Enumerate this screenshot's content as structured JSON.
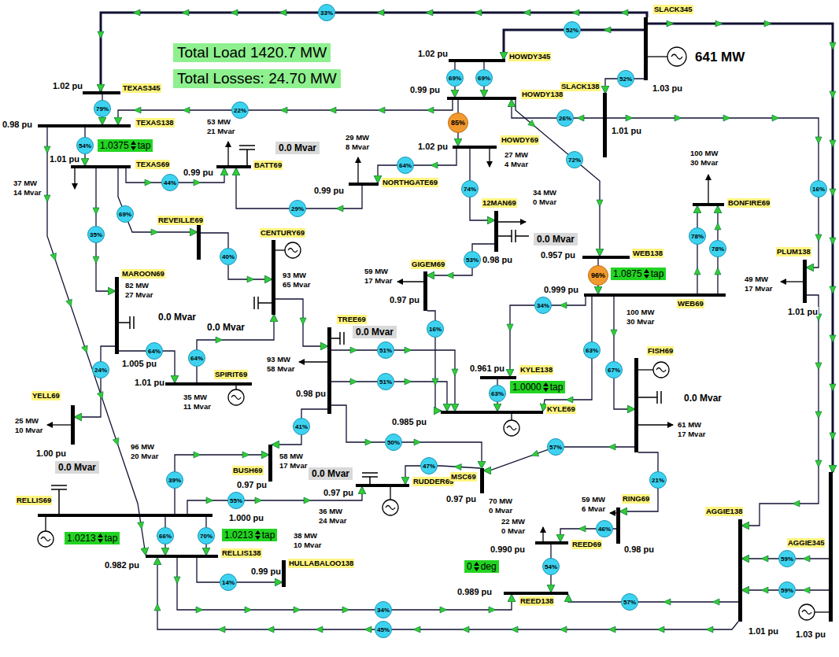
{
  "diagram": {
    "nodes": [
      {
        "text": [
          "SLACK345"
        ]
      },
      {
        "text": [
          "HOWDY345"
        ]
      },
      {
        "text": [
          "TEXAS345"
        ]
      },
      {
        "text": [
          "SLACK138"
        ]
      },
      {
        "text": [
          "HOWDY138"
        ]
      },
      {
        "text": [
          "TEXAS138"
        ]
      },
      {
        "text": [
          "HOWDY69"
        ]
      },
      {
        "text": [
          "BATT69"
        ]
      },
      {
        "text": [
          "TEXAS69"
        ]
      },
      {
        "text": [
          "NORTHGATE69"
        ]
      },
      {
        "text": [
          "BONFIRE69"
        ]
      },
      {
        "text": [
          "12MAN69"
        ]
      },
      {
        "text": [
          "CENTURY69"
        ]
      },
      {
        "text": [
          "REVEILLE69"
        ]
      },
      {
        "text": [
          "PLUM138"
        ]
      },
      {
        "text": [
          "WEB138"
        ]
      },
      {
        "text": [
          "GIGEM69"
        ]
      },
      {
        "text": [
          "MAROON69"
        ]
      },
      {
        "text": [
          "WEB69"
        ]
      },
      {
        "text": [
          "TREE69"
        ]
      },
      {
        "text": [
          "FISH69"
        ]
      },
      {
        "text": [
          "SPIRIT69"
        ]
      },
      {
        "text": [
          "KYLE138"
        ]
      },
      {
        "text": [
          "KYLE69"
        ]
      },
      {
        "text": [
          "YELL69"
        ]
      },
      {
        "text": [
          "BUSH69"
        ]
      },
      {
        "text": [
          "RUDDER69"
        ]
      },
      {
        "text": [
          "MSC69"
        ]
      },
      {
        "text": [
          "RING69"
        ]
      },
      {
        "text": [
          "RELLIS69"
        ]
      },
      {
        "text": [
          "AGGIE138"
        ]
      },
      {
        "text": [
          "AGGIE345"
        ]
      },
      {
        "text": [
          "RELLIS138"
        ]
      },
      {
        "text": [
          "HULLABALOO138"
        ]
      },
      {
        "text": [
          "REED69"
        ]
      },
      {
        "text": [
          "REED138"
        ]
      },
      {
        "text": [
          "Total Load 1420.7 MW"
        ]
      },
      {
        "text": [
          "Total Losses: 24.70 MW"
        ]
      },
      {
        "text": [
          "1.0375",
          "tap"
        ]
      },
      {
        "text": [
          "1.0875",
          "tap"
        ]
      },
      {
        "text": [
          "1.0000",
          "tap"
        ]
      },
      {
        "text": [
          "1.0213",
          "tap"
        ]
      },
      {
        "text": [
          "1.0213",
          "tap"
        ]
      },
      {
        "text": [
          "0",
          "deg"
        ]
      },
      {
        "text": [
          "0.0 Mvar"
        ]
      },
      {
        "text": [
          "0.0 Mvar"
        ]
      },
      {
        "text": [
          "0.0 Mvar"
        ]
      },
      {
        "text": [
          "0.0 Mvar"
        ]
      },
      {
        "text": [
          "0.0 Mvar"
        ]
      }
    ],
    "edges": [
      {
        "from": 0,
        "to": 2,
        "arrow": "to",
        "label": "33%"
      },
      {
        "from": 0,
        "to": 1,
        "arrow": "to",
        "label": "52%"
      },
      {
        "from": 0,
        "to": 3,
        "arrow": "to",
        "label": "52%"
      },
      {
        "from": 0,
        "to": 31,
        "arrow": "to"
      },
      {
        "from": 3,
        "to": 14,
        "arrow": "to",
        "label": "16%"
      },
      {
        "from": 14,
        "to": 30,
        "arrow": "to"
      },
      {
        "from": 1,
        "to": 4,
        "arrow": "to",
        "label": "69%"
      },
      {
        "from": 1,
        "to": 4,
        "arrow": "to",
        "label": "69%"
      },
      {
        "from": 2,
        "to": 5,
        "arrow": "to",
        "label": "79%"
      },
      {
        "from": 4,
        "to": 5,
        "arrow": "to",
        "label": "22%"
      },
      {
        "from": 4,
        "to": 6,
        "arrow": "to",
        "label": "85%"
      },
      {
        "from": 3,
        "to": 4,
        "arrow": "to",
        "label": "26%"
      },
      {
        "from": 4,
        "to": 15,
        "arrow": "to",
        "label": "72%"
      },
      {
        "from": 5,
        "to": 8,
        "arrow": "to",
        "label": "54%"
      },
      {
        "from": 8,
        "to": 7,
        "arrow": "to",
        "label": "44%"
      },
      {
        "from": 6,
        "to": 9,
        "arrow": "to",
        "label": "64%"
      },
      {
        "from": 9,
        "to": 7,
        "arrow": "to",
        "label": "29%"
      },
      {
        "from": 6,
        "to": 11,
        "arrow": "to",
        "label": "74%"
      },
      {
        "from": 8,
        "to": 13,
        "arrow": "to",
        "label": "69%"
      },
      {
        "from": 13,
        "to": 12,
        "arrow": "to",
        "label": "40%"
      },
      {
        "from": 8,
        "to": 17,
        "arrow": "to",
        "label": "35%"
      },
      {
        "from": 11,
        "to": 16,
        "arrow": "to",
        "label": "53%"
      },
      {
        "from": 15,
        "to": 18,
        "arrow": "to",
        "label": "96%"
      },
      {
        "from": 18,
        "to": 10,
        "arrow": "to",
        "label": "78%"
      },
      {
        "from": 18,
        "to": 10,
        "arrow": "to",
        "label": "78%"
      },
      {
        "from": 16,
        "to": 23,
        "arrow": "to",
        "label": "16%"
      },
      {
        "from": 18,
        "to": 22,
        "arrow": "to",
        "label": "34%"
      },
      {
        "from": 22,
        "to": 23,
        "arrow": "to",
        "label": "63%"
      },
      {
        "from": 18,
        "to": 23,
        "arrow": "to",
        "label": "63%"
      },
      {
        "from": 18,
        "to": 20,
        "arrow": "to",
        "label": "67%"
      },
      {
        "from": 12,
        "to": 19,
        "arrow": "to"
      },
      {
        "from": 17,
        "to": 21,
        "arrow": "to",
        "label": "64%"
      },
      {
        "from": 21,
        "to": 12,
        "arrow": "to",
        "label": "64%"
      },
      {
        "from": 19,
        "to": 23,
        "arrow": "to",
        "label": "51%"
      },
      {
        "from": 19,
        "to": 23,
        "arrow": "to",
        "label": "51%"
      },
      {
        "from": 19,
        "to": 25,
        "arrow": "to",
        "label": "41%"
      },
      {
        "from": 19,
        "to": 27,
        "arrow": "to",
        "label": "50%"
      },
      {
        "from": 20,
        "to": 27,
        "arrow": "to",
        "label": "57%"
      },
      {
        "from": 27,
        "to": 26,
        "arrow": "to",
        "label": "47%"
      },
      {
        "from": 20,
        "to": 28,
        "arrow": "to",
        "label": "21%"
      },
      {
        "from": 17,
        "to": 24,
        "arrow": "to",
        "label": "24%"
      },
      {
        "from": 5,
        "to": 32,
        "arrow": "to"
      },
      {
        "from": 29,
        "to": 25,
        "arrow": "to",
        "label": "39%"
      },
      {
        "from": 29,
        "to": 26,
        "arrow": "to",
        "label": "55%"
      },
      {
        "from": 29,
        "to": 32,
        "arrow": "to",
        "label": "66%"
      },
      {
        "from": 29,
        "to": 32,
        "arrow": "to",
        "label": "70%"
      },
      {
        "from": 32,
        "to": 33,
        "arrow": "to",
        "label": "14%"
      },
      {
        "from": 32,
        "to": 35,
        "arrow": "to",
        "label": "34%"
      },
      {
        "from": 30,
        "to": 35,
        "arrow": "to",
        "label": "57%"
      },
      {
        "from": 30,
        "to": 32,
        "arrow": "to",
        "label": "45%"
      },
      {
        "from": 31,
        "to": 30,
        "arrow": "to",
        "label": "59%"
      },
      {
        "from": 31,
        "to": 30,
        "arrow": "to",
        "label": "59%"
      },
      {
        "from": 28,
        "to": 34,
        "arrow": "to",
        "label": "46%"
      },
      {
        "from": 34,
        "to": 35,
        "arrow": "to",
        "label": "54%"
      }
    ],
    "labels": [
      "1.02 pu",
      "1.02 pu",
      "0.99 pu",
      "641 MW",
      "1.03 pu",
      "1.01 pu",
      "0.98 pu",
      "1.01 pu",
      "53 MW",
      "21 Mvar",
      "0.99 pu",
      "29 MW",
      "8 Mvar",
      "0.99 pu",
      "1.02 pu",
      "27 MW",
      "4 Mvar",
      "37 MW",
      "14 Mvar",
      "100 MW",
      "30 Mvar",
      "34 MW",
      "0 Mvar",
      "0.98 pu",
      "0.957 pu",
      "59 MW",
      "17 Mvar",
      "49 MW",
      "17 Mvar",
      "82 MW",
      "27 Mvar",
      "93 MW",
      "65 Mvar",
      "0.999 pu",
      "1.01 pu",
      "100 MW",
      "30 Mvar",
      "0.98 pu",
      "0.97 pu",
      "93 MW",
      "58 Mvar",
      "1.005 pu",
      "1.01 pu",
      "35 MW",
      "11 Mvar",
      "0.961 pu",
      "0.985 pu",
      "61 MW",
      "17 Mvar",
      "25 MW",
      "10 Mvar",
      "1.00 pu",
      "96 MW",
      "20 Mvar",
      "58 MW",
      "17 Mvar",
      "0.97 pu",
      "0.97 pu",
      "70 MW",
      "0 Mvar",
      "59 MW",
      "6 Mvar",
      "1.000 pu",
      "0.97 pu",
      "36 MW",
      "24 Mvar",
      "0.98 pu",
      "38 MW",
      "10 Mvar",
      "22 MW",
      "0 Mvar",
      "0.990 pu",
      "0.982 pu",
      "0.99 pu",
      "0.989 pu",
      "1.03 pu",
      "1.01 pu",
      "0.0 Mvar",
      "0.0 Mvar",
      "0.0 Mvar"
    ]
  }
}
